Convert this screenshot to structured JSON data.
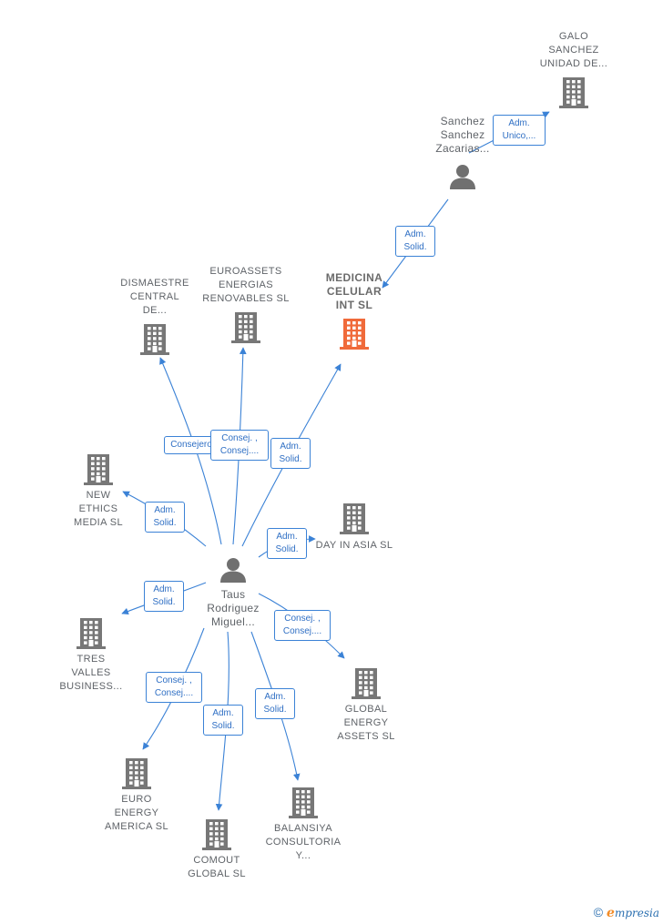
{
  "colors": {
    "edge": "#3b82d6",
    "building": "#777777",
    "building_main": "#f06a3a",
    "person": "#707070",
    "label": "#5f6368"
  },
  "nodes": {
    "galo": {
      "lines": [
        "GALO",
        "SANCHEZ",
        "UNIDAD DE..."
      ]
    },
    "sanchez": {
      "lines": [
        "Sanchez",
        "Sanchez",
        "Zacarias..."
      ]
    },
    "medicina": {
      "lines": [
        "MEDICINA",
        "CELULAR",
        "INT  SL"
      ]
    },
    "dismaestre": {
      "lines": [
        "DISMAESTRE",
        "CENTRAL",
        "DE..."
      ]
    },
    "euroassets": {
      "lines": [
        "EUROASSETS",
        "ENERGIAS",
        "RENOVABLES SL"
      ]
    },
    "newethics": {
      "lines": [
        "NEW",
        "ETHICS",
        "MEDIA  SL"
      ]
    },
    "dayinasia": {
      "lines": [
        "DAY IN ASIA SL"
      ]
    },
    "taus": {
      "lines": [
        "Taus",
        "Rodriguez",
        "Miguel..."
      ]
    },
    "tresvalles": {
      "lines": [
        "TRES",
        "VALLES",
        "BUSINESS..."
      ]
    },
    "globalenergy": {
      "lines": [
        "GLOBAL",
        "ENERGY",
        "ASSETS SL"
      ]
    },
    "euroenergy": {
      "lines": [
        "EURO",
        "ENERGY",
        "AMERICA SL"
      ]
    },
    "balansiya": {
      "lines": [
        "BALANSIYA",
        "CONSULTORIA",
        "Y..."
      ]
    },
    "comout": {
      "lines": [
        "COMOUT",
        "GLOBAL  SL"
      ]
    }
  },
  "relations": {
    "r_galo": [
      "Adm.",
      "Unico,..."
    ],
    "r_medicina_top": [
      "Adm.",
      "Solid."
    ],
    "r_dismaestre": [
      "Consejero"
    ],
    "r_euroassets": [
      "Consej. ,",
      "Consej...."
    ],
    "r_medicina": [
      "Adm.",
      "Solid."
    ],
    "r_newethics": [
      "Adm.",
      "Solid."
    ],
    "r_dayinasia": [
      "Adm.",
      "Solid."
    ],
    "r_tresvalles": [
      "Adm.",
      "Solid."
    ],
    "r_globalenergy": [
      "Consej. ,",
      "Consej...."
    ],
    "r_euroenergy": [
      "Consej. ,",
      "Consej...."
    ],
    "r_comout": [
      "Adm.",
      "Solid."
    ],
    "r_balansiya": [
      "Adm.",
      "Solid."
    ]
  },
  "brand": {
    "copyright": "©",
    "initial": "e",
    "rest": "mpresia"
  }
}
